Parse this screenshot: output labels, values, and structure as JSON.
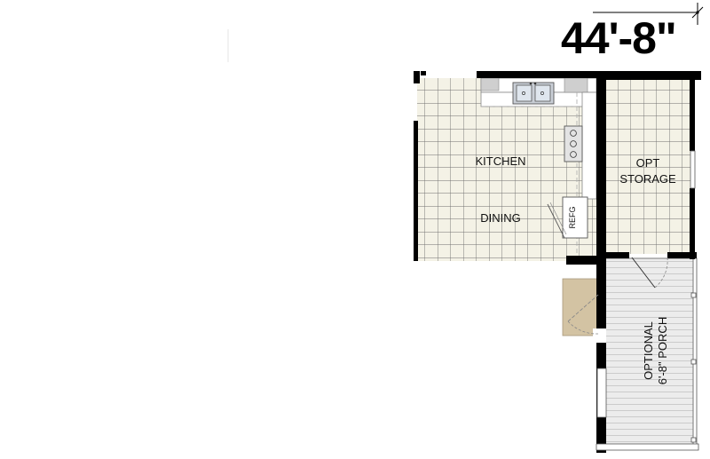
{
  "dimension": {
    "width_label": "44'-8\""
  },
  "rooms": {
    "kitchen": "KITCHEN",
    "dining": "DINING",
    "storage_line1": "OPT",
    "storage_line2": "STORAGE",
    "porch_line1": "OPTIONAL",
    "porch_line2": "6'-8\" PORCH"
  },
  "fixtures": {
    "refrigerator": "REFG"
  },
  "colors": {
    "wall": "#000000",
    "tile_grid": "#777777",
    "floor": "#f4f2e6",
    "porch_deck": "#e9e9e9",
    "landing": "#d3c3a3",
    "counter": "#ffffff"
  }
}
